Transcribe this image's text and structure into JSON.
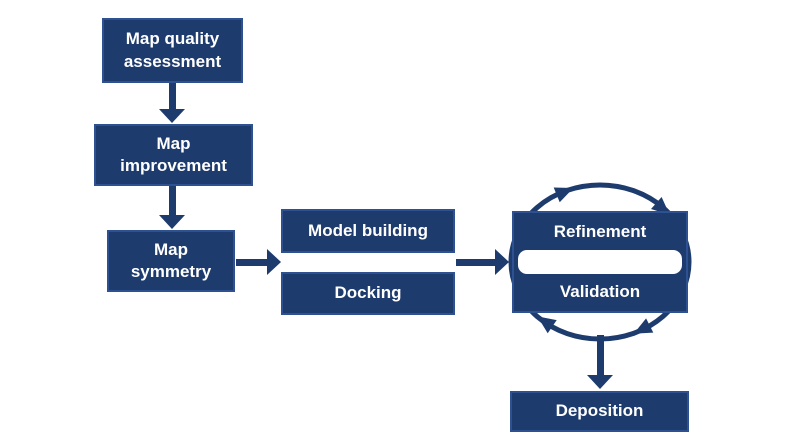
{
  "colors": {
    "node_fill": "#1d3b6d",
    "node_border": "#2e5192",
    "arrow": "#1d3b6d",
    "node_text": "#ffffff",
    "background": "#ffffff"
  },
  "diagram": {
    "nodes": {
      "map_quality": {
        "label": "Map quality assessment"
      },
      "map_improvement": {
        "label": "Map improvement"
      },
      "map_symmetry": {
        "label": "Map symmetry"
      },
      "model_building": {
        "label": "Model building"
      },
      "docking": {
        "label": "Docking"
      },
      "refinement": {
        "label": "Refinement"
      },
      "validation": {
        "label": "Validation"
      },
      "deposition": {
        "label": "Deposition"
      }
    },
    "edges": [
      {
        "from": "Map quality assessment",
        "to": "Map improvement",
        "type": "arrow-down"
      },
      {
        "from": "Map improvement",
        "to": "Map symmetry",
        "type": "arrow-down"
      },
      {
        "from": "Map symmetry",
        "to": "Model building / Docking",
        "type": "arrow-right"
      },
      {
        "from": "Model building / Docking",
        "to": "Refinement / Validation",
        "type": "arrow-right"
      },
      {
        "from": "Refinement",
        "to": "Validation",
        "type": "cycle-clockwise"
      },
      {
        "from": "Refinement / Validation",
        "to": "Deposition",
        "type": "arrow-down"
      }
    ]
  }
}
